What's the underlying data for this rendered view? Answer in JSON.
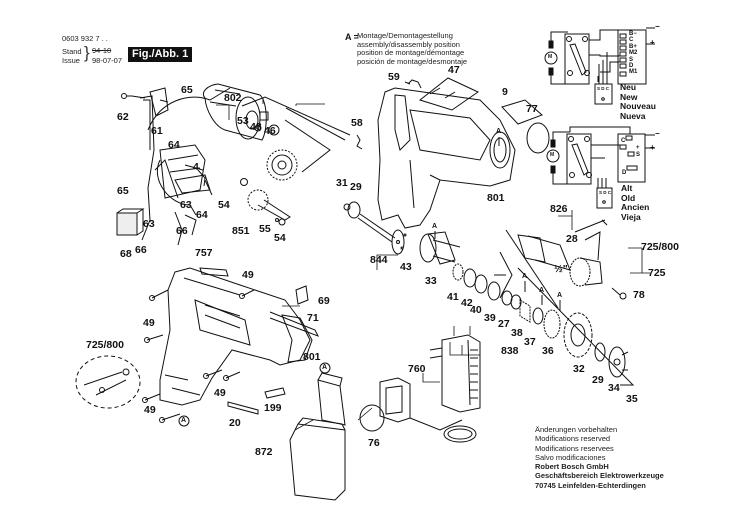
{
  "header": {
    "part_number": "0603 932 7 . .",
    "stand_label": "Stand",
    "issue_label": "Issue",
    "stand_value": "94-10",
    "issue_value": "98-07-07",
    "figure_label": "Fig./Abb. 1"
  },
  "assembly_note": {
    "marker": "A",
    "lines": [
      "Montage/Demontagestellung",
      "assembly/disassembly position",
      "position de montage/démontage",
      "posición de montage/desmontaje"
    ]
  },
  "wiring_new": {
    "motor_label": "M",
    "terminals": [
      "B−",
      "C",
      "B+",
      "M2",
      "S",
      "D",
      "M1"
    ],
    "plug_pins": "S D C",
    "supply": [
      "−",
      "+"
    ],
    "legend": [
      "Neu",
      "New",
      "Nouveau",
      "Nueva"
    ]
  },
  "wiring_old": {
    "motor_label": "M",
    "terminals": [
      "C",
      "+",
      "S",
      "D"
    ],
    "plug_pins": "S D C",
    "supply": [
      "−",
      "+"
    ],
    "legend": [
      "Alt",
      "Old",
      "Ancien",
      "Vieja"
    ]
  },
  "part_labels": {
    "p62": "62",
    "p61": "61",
    "p65a": "65",
    "p64a": "64",
    "p4": "4",
    "p65b": "65",
    "p63a": "63",
    "p64b": "64",
    "p63b": "63",
    "p66a": "66",
    "p66b": "66",
    "p68": "68",
    "p802": "802",
    "p53": "53",
    "p48": "48",
    "p46": "46",
    "p54a": "54",
    "p851": "851",
    "p55": "55",
    "p54b": "54",
    "p58": "58",
    "p59": "59",
    "p47": "47",
    "p9": "9",
    "p77": "77",
    "p801a": "801",
    "p31": "31",
    "p29a": "29",
    "p844": "844",
    "p43": "43",
    "p33": "33",
    "p41": "41",
    "p42": "42",
    "p40": "40",
    "p39": "39",
    "p27": "27",
    "p38": "38",
    "p838": "838",
    "p37": "37",
    "p36": "36",
    "p32": "32",
    "p29b": "29",
    "p34": "34",
    "p35": "35",
    "p826": "826",
    "p28": "28",
    "p725_800a": "725/800",
    "p725": "725",
    "p78": "78",
    "half_inch": "½\"",
    "p757": "757",
    "p49a": "49",
    "p49b": "49",
    "p49c": "49",
    "p49d": "49",
    "p69": "69",
    "p71": "71",
    "p725_800b": "725/800",
    "p801b": "801",
    "p199": "199",
    "p20": "20",
    "p872": "872",
    "p76": "76",
    "p760": "760",
    "markerA": "A"
  },
  "footer": {
    "notes": [
      "Änderungen vorbehalten",
      "Modifications reserved",
      "Modifications reservees",
      "Salvo modificaciones"
    ],
    "company": "Robert Bosch GmbH",
    "division": "Geschäftsbereich Elektrowerkzeuge",
    "address": "70745 Leinfelden-Echterdingen"
  }
}
